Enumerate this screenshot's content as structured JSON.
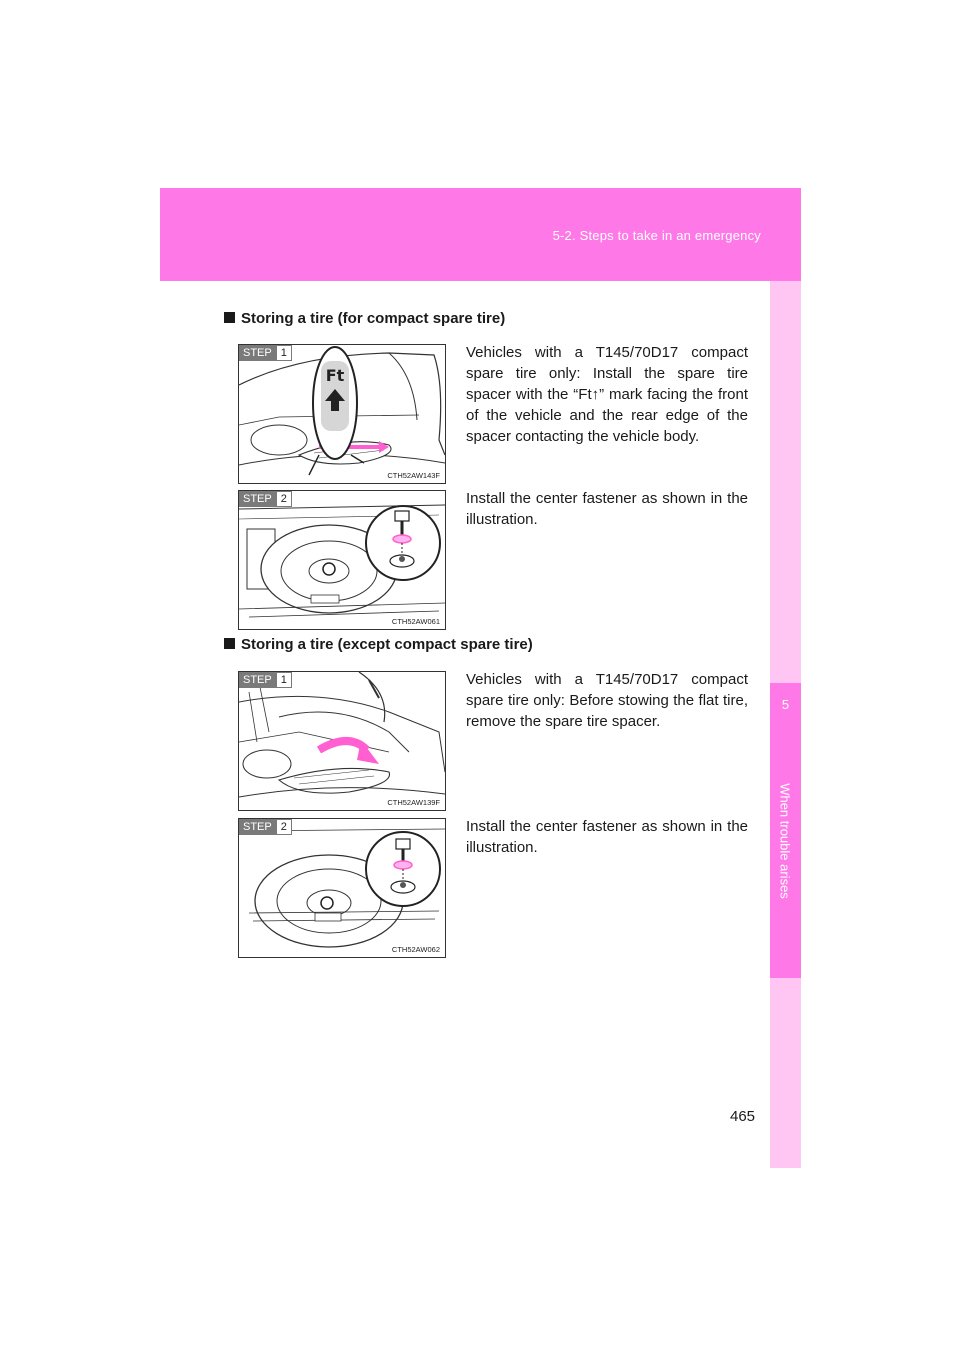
{
  "header": {
    "section": "5-2. Steps to take in an emergency"
  },
  "side_tab": {
    "chapter_number": "5",
    "chapter_title": "When trouble arises"
  },
  "sections": [
    {
      "heading": "Storing a tire (for compact spare tire)",
      "steps": [
        {
          "step_label": "STEP",
          "step_number": "1",
          "figure_code": "CTH52AW143F",
          "inset_text": "Ft",
          "text": "Vehicles with a T145/70D17 compact spare tire only: Install the spare tire spacer with the “Ft↑” mark facing the front of the vehicle and the rear edge of the spacer contacting the vehicle body."
        },
        {
          "step_label": "STEP",
          "step_number": "2",
          "figure_code": "CTH52AW061",
          "text": "Install the center fastener as shown in the illustration."
        }
      ]
    },
    {
      "heading": "Storing a tire (except compact spare tire)",
      "steps": [
        {
          "step_label": "STEP",
          "step_number": "1",
          "figure_code": "CTH52AW139F",
          "text": "Vehicles with a T145/70D17 compact spare tire only: Before stowing the flat tire, remove the spare tire spacer."
        },
        {
          "step_label": "STEP",
          "step_number": "2",
          "figure_code": "CTH52AW062",
          "text": "Install the center fastener as shown in the illustration."
        }
      ]
    }
  ],
  "page_number": "465",
  "colors": {
    "header_band": "#ff78e8",
    "side_tab": "#ffc6f3",
    "accent_arrow": "#ff5fd0"
  },
  "icons": [
    "arrow-up-icon",
    "curved-arrow-icon"
  ]
}
